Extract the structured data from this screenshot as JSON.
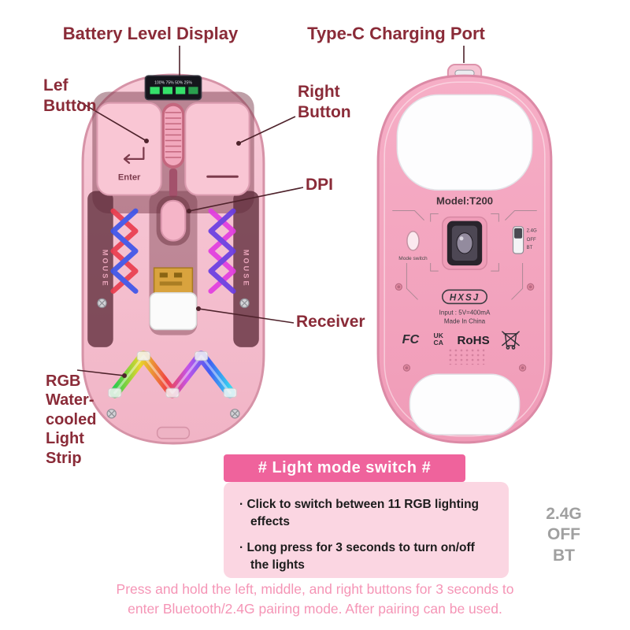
{
  "colors": {
    "label_maroon": "#8a2b38",
    "banner_pink": "#ef639c",
    "info_box_bg": "#fbd6e2",
    "footer_pink": "#f595b6",
    "gray_label": "#a0a0a0",
    "mouse_pink": "#f4a9c0",
    "rgb_strip_colors": [
      "#2ecc4f",
      "#e8d62c",
      "#f04343",
      "#c553e8",
      "#415ef2",
      "#35d5f0"
    ]
  },
  "callouts": {
    "battery": "Battery Level Display",
    "typec": "Type-C Charging Port",
    "left_button": "Lef\nButton",
    "right_button": "Right\nButton",
    "dpi": "DPI",
    "receiver": "Receiver",
    "rgb_strip": "RGB\nWater-\ncooled\nLight\nStrip"
  },
  "top_mouse": {
    "battery_levels": "100%  75%  50%  25%",
    "enter_label": "Enter",
    "side_label": "MOUSE"
  },
  "bottom_mouse": {
    "model": "Model:T200",
    "mode_switch_label": "Mode switch",
    "switch_24g": "2.4G",
    "switch_off": "OFF",
    "switch_bt": "BT",
    "brand": "HXSJ",
    "input_spec": "Input : 5V=400mA",
    "made_in": "Made In China",
    "cert_fcc": "FC",
    "cert_uk": "UK",
    "cert_ca": "CA",
    "cert_rohs": "RoHS"
  },
  "light_mode": {
    "banner": "# Light mode switch #",
    "bullet1": "· Click to switch between 11 RGB lighting effects",
    "bullet2": "· Long press for 3 seconds to turn on/off the lights",
    "side_switch": "2.4G\nOFF\nBT"
  },
  "footer": {
    "line1": "Press and hold the left, middle, and right buttons for 3 seconds to",
    "line2": "enter Bluetooth/2.4G pairing mode. After pairing can be used."
  }
}
